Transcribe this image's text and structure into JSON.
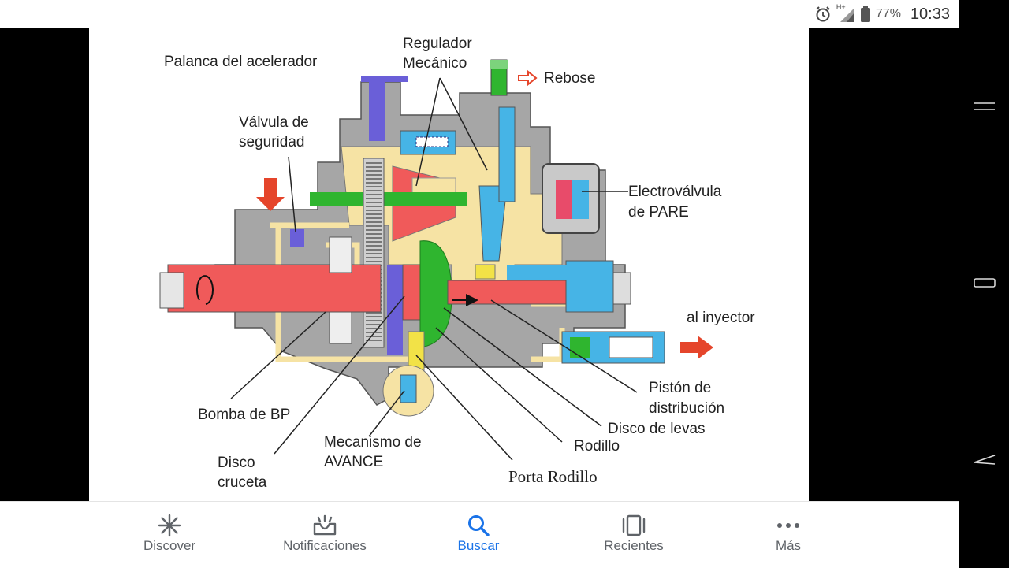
{
  "status_bar": {
    "network": "H+",
    "battery": "77%",
    "time": "10:33"
  },
  "diagram": {
    "labels": {
      "palanca": "Palanca del acelerador",
      "regulador_1": "Regulador",
      "regulador_2": "Mecánico",
      "rebose": "Rebose",
      "valvula_1": "Válvula de",
      "valvula_2": "seguridad",
      "electro_1": "Electroválvula",
      "electro_2": "de PARE",
      "inyector": "al inyector",
      "piston_1": "Pistón de",
      "piston_2": "distribución",
      "disco_levas": "Disco de levas",
      "rodillo": "Rodillo",
      "porta_rodillo": "Porta Rodillo",
      "bomba_bp": "Bomba de BP",
      "mecanismo_1": "Mecanismo de",
      "mecanismo_2": "AVANCE",
      "disco_cruceta_1": "Disco",
      "disco_cruceta_2": "cruceta"
    },
    "colors": {
      "body": "#a6a6a6",
      "fuel": "#f6e3a4",
      "shaft": "#f05a5a",
      "blue": "#46b4e6",
      "green": "#2fb52f",
      "purple": "#5a4bd6",
      "arrow": "#e5452b"
    }
  },
  "bottom_nav": {
    "items": [
      {
        "label": "Discover",
        "icon": "asterisk-icon"
      },
      {
        "label": "Notificaciones",
        "icon": "notifications-tray-icon"
      },
      {
        "label": "Buscar",
        "icon": "search-icon"
      },
      {
        "label": "Recientes",
        "icon": "recents-icon"
      },
      {
        "label": "Más",
        "icon": "more-dots-icon"
      }
    ],
    "active_index": 2,
    "active_color": "#1a73e8"
  }
}
